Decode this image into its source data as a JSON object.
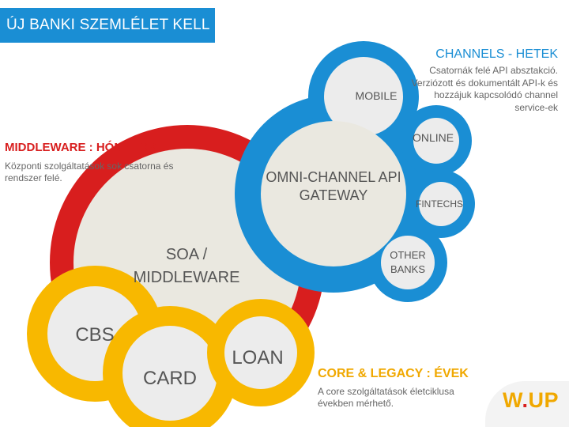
{
  "header": {
    "title": "ÚJ BANKI SZEMLÉLET KELL"
  },
  "channels": {
    "heading": "CHANNELS - HETEK",
    "description": "Csatornák felé API absztakció. Verziózott és dokumentált API-k és hozzájuk kapcsolódó channel service-ek"
  },
  "middleware": {
    "heading": "MIDDLEWARE : HÓNAPOK",
    "description": "Központi szolgáltatások sok csatorna és rendszer felé."
  },
  "core": {
    "heading": "CORE & LEGACY : ÉVEK",
    "description": "A core szolgáltatások életciklusa években mérhető."
  },
  "nodes": {
    "mobile": "MOBILE",
    "online": "ONLINE",
    "gateway_line1": "OMNI-CHANNEL API",
    "gateway_line2": "GATEWAY",
    "fintechs": "FINTECHS",
    "other_banks_line1": "OTHER",
    "other_banks_line2": "BANKS",
    "soa_line1": "SOA /",
    "soa_line2": "MIDDLEWARE",
    "cbs": "CBS",
    "card": "CARD",
    "loan": "LOAN"
  },
  "logo": {
    "part1": "W",
    "dot": ".",
    "part2": "UP"
  },
  "colors": {
    "blue": "#1a8ed4",
    "red": "#d81e1e",
    "yellow": "#f8b800",
    "core_fill": "#ececec",
    "inner_fill": "#eae8e0"
  }
}
